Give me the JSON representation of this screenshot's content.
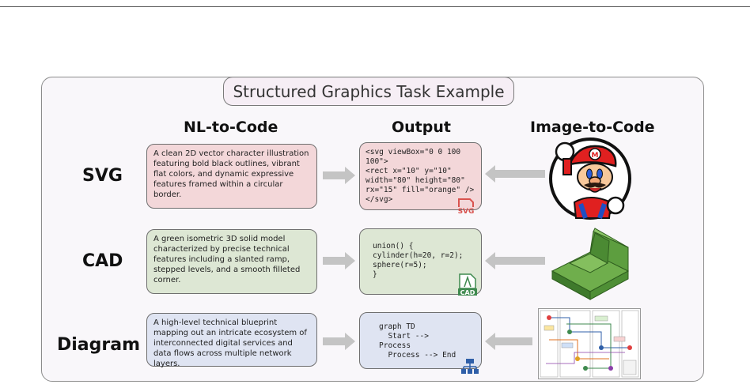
{
  "title": "Structured Graphics Task Example",
  "columns": {
    "left": "NL-to-Code",
    "middle": "Output",
    "right": "Image-to-Code"
  },
  "rows": [
    {
      "label": "SVG",
      "description": "A clean 2D vector character illustration featuring bold black outlines, vibrant flat colors, and dynamic expressive features framed within a circular border.",
      "code": "<svg viewBox=\"0 0 100\n100\">\n<rect x=\"10\" y=\"10\"\nwidth=\"80\" height=\"80\"\nrx=\"15\" fill=\"orange\" />\n</svg>",
      "badge": "SVG"
    },
    {
      "label": "CAD",
      "description": "A green isometric 3D solid model characterized by precise technical features including a slanted ramp, stepped levels, and a smooth filleted corner.",
      "code": "union() {\ncylinder(h=20, r=2);\nsphere(r=5);\n}",
      "badge": "CAD"
    },
    {
      "label": "Diagram",
      "description": "A high-level technical blueprint mapping out an intricate ecosystem of interconnected digital services and data flows across multiple network layers.",
      "code": "graph TD\n  Start -->\nProcess\n  Process --> End",
      "badge": ""
    }
  ],
  "colors": {
    "svg_row": "#f3d7d9",
    "cad_row": "#dde7d4",
    "diagram_row": "#dfe4f2",
    "arrow": "#c4c4c4",
    "badge_red": "#d9534f",
    "badge_green": "#3f8a4f",
    "badge_blue": "#2f5fa8"
  },
  "icons": [
    "svg-file-icon",
    "cad-file-icon",
    "flowchart-icon",
    "mario-image",
    "cad-model-image",
    "diagram-image"
  ]
}
